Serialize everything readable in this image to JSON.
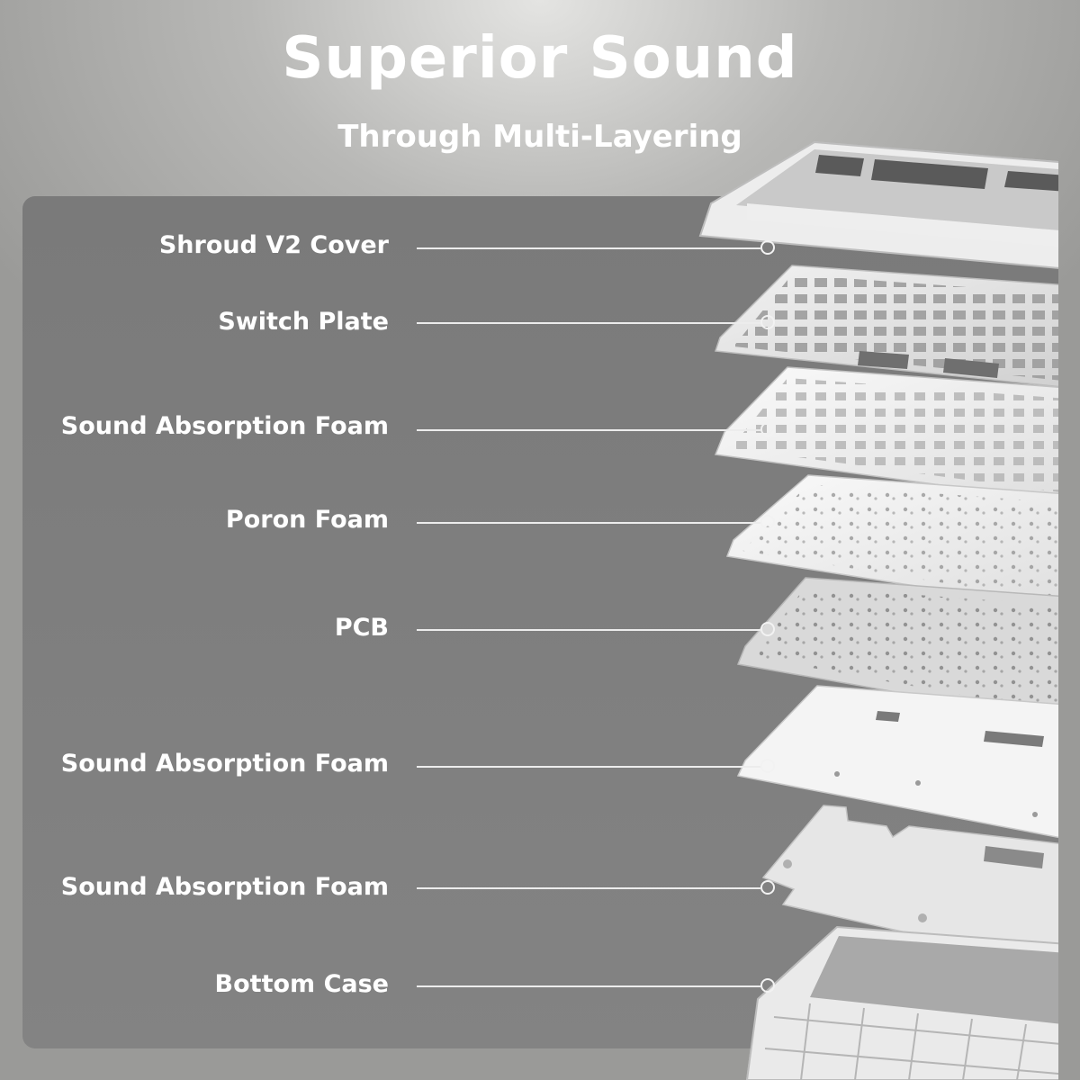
{
  "header": {
    "title": "Superior Sound",
    "subtitle": "Through Multi-Layering"
  },
  "layers": [
    {
      "label": "Shroud V2 Cover"
    },
    {
      "label": "Switch Plate"
    },
    {
      "label": "Sound Absorption Foam"
    },
    {
      "label": "Poron Foam"
    },
    {
      "label": "PCB"
    },
    {
      "label": "Sound Absorption Foam"
    },
    {
      "label": "Sound Absorption Foam"
    },
    {
      "label": "Bottom Case"
    }
  ],
  "colors": {
    "panel": "#7f7f7f",
    "text": "#ffffff",
    "leader": "#ececec"
  }
}
